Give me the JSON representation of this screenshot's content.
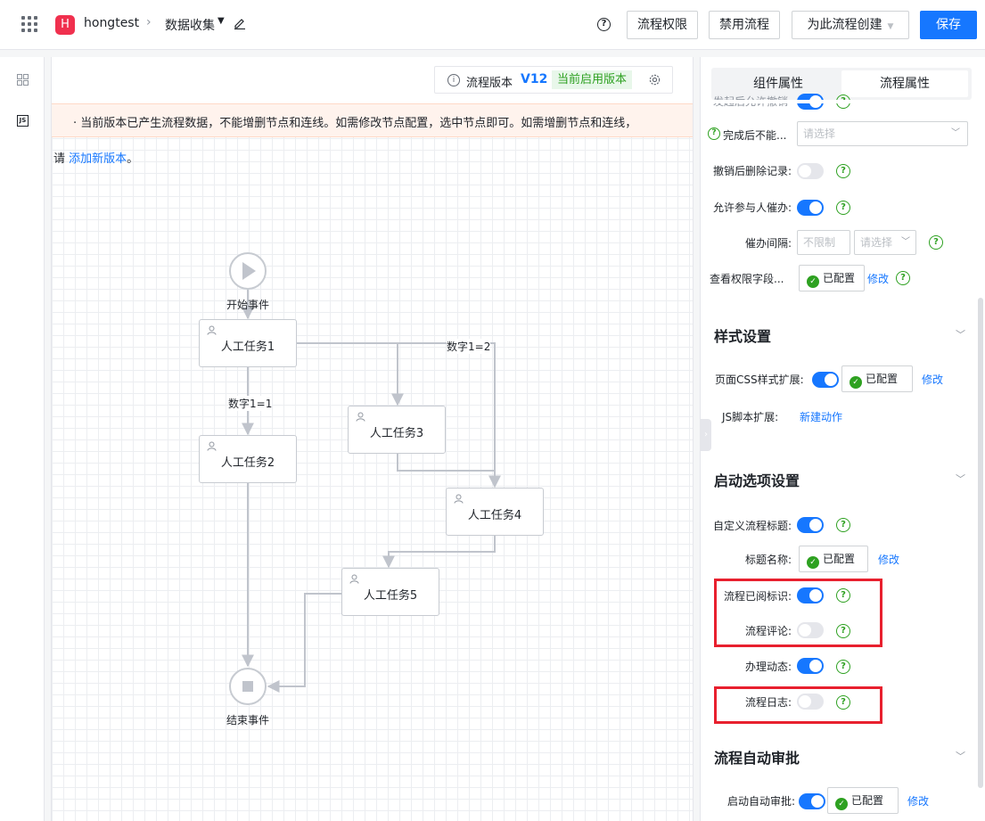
{
  "header": {
    "app_initial": "H",
    "app_name": "hongtest",
    "crumb_separator": "›",
    "form_name": "数据收集",
    "btn_permissions": "流程权限",
    "btn_disable": "禁用流程",
    "btn_create": "为此流程创建",
    "btn_save": "保存",
    "help": "?"
  },
  "rail": {
    "js_label": "JS"
  },
  "canvas": {
    "version_label": "流程版本",
    "version_value": "V12",
    "version_badge": "当前启用版本",
    "notice_text": "· 当前版本已产生流程数据，不能增删节点和连线。如需修改节点配置，选中节点即可。如需增删节点和连线，",
    "notice_prefix": "请 ",
    "notice_link": "添加新版本",
    "notice_suffix": "。",
    "start_event": "开始事件",
    "end_event": "结束事件",
    "nodes": [
      "人工任务1",
      "人工任务2",
      "人工任务3",
      "人工任务4",
      "人工任务5"
    ],
    "edge_label_1": "数字1=1",
    "edge_label_2": "数字1=2"
  },
  "panel": {
    "tab_component": "组件属性",
    "tab_process": "流程属性",
    "row_top_partial": "发起后允许撤销",
    "row_no_edit": "完成后不能...",
    "row_no_edit_placeholder": "请选择",
    "row_delete_record": "撤销后删除记录:",
    "row_urge": "允许参与人催办:",
    "row_urge_interval": "催办间隔:",
    "urge_interval_placeholder": "不限制",
    "urge_unit_placeholder": "请选择",
    "row_view_fields": "查看权限字段...",
    "configured": "已配置",
    "modify": "修改",
    "section_style": "样式设置",
    "row_css": "页面CSS样式扩展:",
    "row_js": "JS脚本扩展:",
    "new_action": "新建动作",
    "section_startup": "启动选项设置",
    "row_custom_title": "自定义流程标题:",
    "row_title_name": "标题名称:",
    "row_read_mark": "流程已阅标识:",
    "row_comment": "流程评论:",
    "row_dynamics": "办理动态:",
    "row_log": "流程日志:",
    "section_auto": "流程自动审批",
    "row_auto_approve": "启动自动审批:",
    "help": "?",
    "check": "✓"
  },
  "colors": {
    "primary": "#1677ff",
    "success": "#2ea121",
    "highlight": "#e8202e",
    "logo": "#f0304e"
  }
}
